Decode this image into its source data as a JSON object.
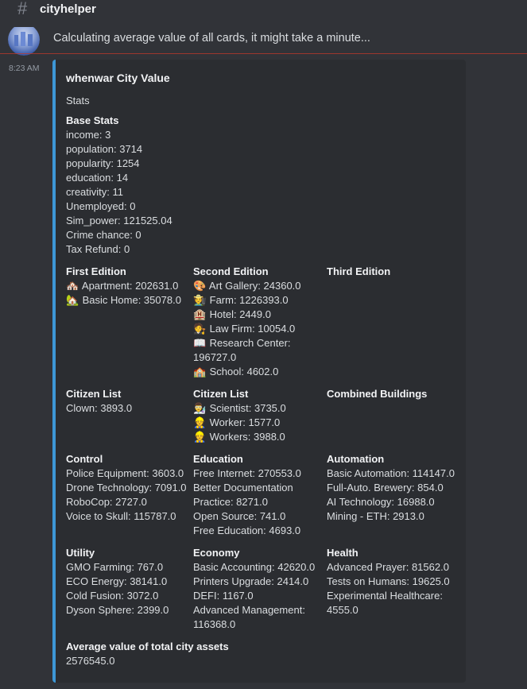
{
  "channel": {
    "name": "cityhelper"
  },
  "previous_message": {
    "text": "Calculating average value of all cards, it might take a minute..."
  },
  "message": {
    "timestamp": "8:23 AM"
  },
  "embed": {
    "accent": "#3d97d6",
    "title": "whenwar City Value",
    "description": "Stats",
    "base_stats": {
      "name": "Base Stats",
      "lines": [
        "income: 3",
        "population: 3714",
        "popularity: 1254",
        "education: 14",
        "creativity: 11",
        "Unemployed: 0",
        "Sim_power: 121525.04",
        "Crime chance: 0",
        "Tax Refund: 0"
      ]
    },
    "first_edition": {
      "name": "First Edition",
      "lines": [
        "Apartment: 202631.0",
        "Basic Home: 35078.0"
      ],
      "icons": [
        "🏘️",
        "🏡"
      ]
    },
    "second_edition": {
      "name": "Second Edition",
      "lines": [
        "Art Gallery: 24360.0",
        "Farm: 1226393.0",
        "Hotel: 2449.0",
        "Law Firm: 10054.0",
        "Research Center:",
        "196727.0",
        "School: 4602.0"
      ],
      "icons": [
        "🎨",
        "🧑‍🌾",
        "🏨",
        "🧑‍⚖️",
        "📖",
        "",
        "🏫"
      ]
    },
    "third_edition": {
      "name": "Third Edition"
    },
    "citizen_list_1": {
      "name": "Citizen List",
      "lines": [
        "Clown: 3893.0"
      ]
    },
    "citizen_list_2": {
      "name": "Citizen List",
      "lines": [
        "Scientist: 3735.0",
        "Worker: 1577.0",
        "Workers: 3988.0"
      ],
      "icons": [
        "👨‍🔬",
        "👷",
        "👷"
      ]
    },
    "combined_buildings": {
      "name": "Combined Buildings"
    },
    "control": {
      "name": "Control",
      "lines": [
        "Police Equipment: 3603.0",
        "Drone Technology: 7091.0",
        "RoboCop: 2727.0",
        "Voice to Skull: 115787.0"
      ]
    },
    "education": {
      "name": "Education",
      "lines": [
        "Free Internet: 270553.0",
        "Better Documentation",
        "Practice: 8271.0",
        "Open Source: 741.0",
        "Free Education: 4693.0"
      ]
    },
    "automation": {
      "name": "Automation",
      "lines": [
        "Basic Automation: 114147.0",
        "Full-Auto. Brewery: 854.0",
        "AI Technology: 16988.0",
        "Mining - ETH: 2913.0"
      ]
    },
    "utility": {
      "name": "Utility",
      "lines": [
        "GMO Farming: 767.0",
        "ECO Energy: 38141.0",
        "Cold Fusion: 3072.0",
        "Dyson Sphere: 2399.0"
      ]
    },
    "economy": {
      "name": "Economy",
      "lines": [
        "Basic Accounting: 42620.0",
        "Printers Upgrade: 2414.0",
        "DEFI: 1167.0",
        "Advanced Management:",
        "116368.0"
      ]
    },
    "health": {
      "name": "Health",
      "lines": [
        "Advanced Prayer: 81562.0",
        "Tests on Humans: 19625.0",
        "Experimental Healthcare:",
        "4555.0"
      ]
    },
    "average": {
      "name": "Average value of total city assets",
      "value": "2576545.0"
    }
  }
}
